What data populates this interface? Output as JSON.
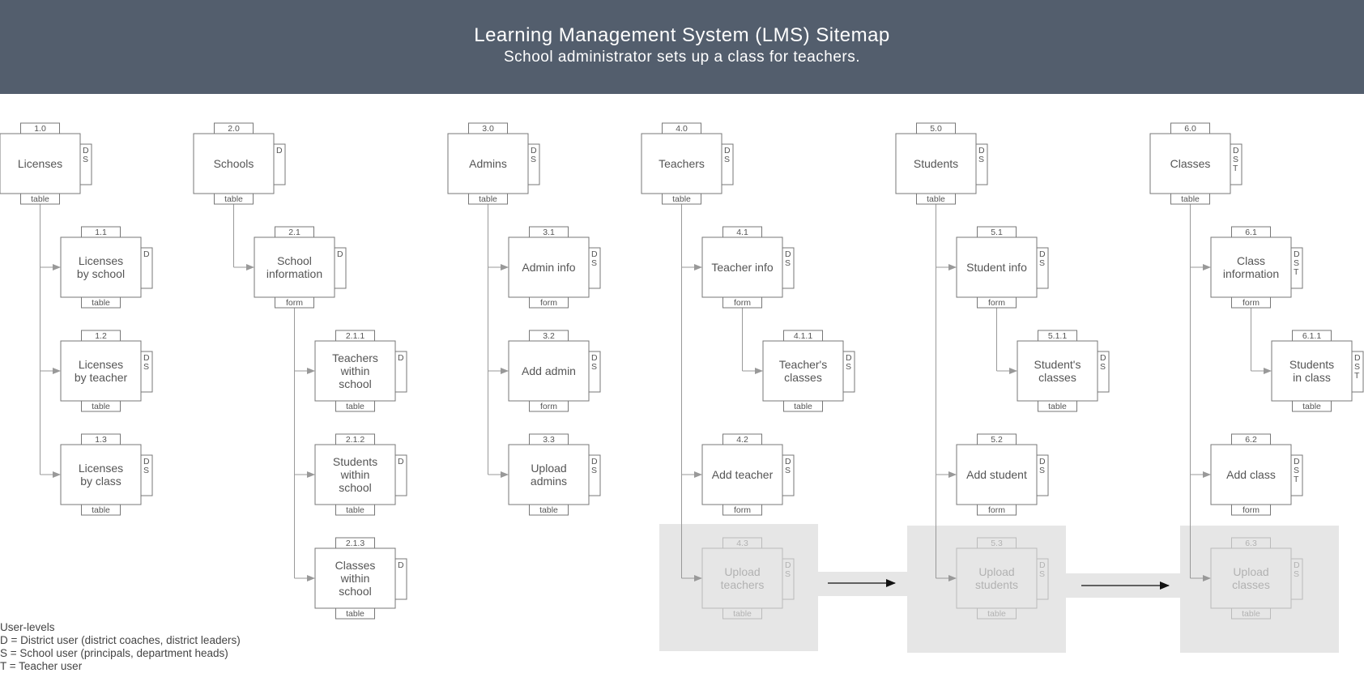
{
  "header": {
    "title": "Learning Management System (LMS) Sitemap",
    "subtitle": "School administrator sets up a class for teachers."
  },
  "legend": {
    "heading": "User-levels",
    "items": [
      "D = District user (district coaches, district leaders)",
      "S = School user (principals, department heads)",
      "T = Teacher user"
    ]
  },
  "columns": [
    {
      "number": "1.0",
      "label": "Licenses",
      "type": "table",
      "levels": "DS",
      "children": [
        {
          "number": "1.1",
          "label": "Licenses by school",
          "type": "table",
          "levels": "D"
        },
        {
          "number": "1.2",
          "label": "Licenses by teacher",
          "type": "table",
          "levels": "DS"
        },
        {
          "number": "1.3",
          "label": "Licenses by class",
          "type": "table",
          "levels": "DS"
        }
      ]
    },
    {
      "number": "2.0",
      "label": "Schools",
      "type": "table",
      "levels": "D",
      "children": [
        {
          "number": "2.1",
          "label": "School information",
          "type": "form",
          "levels": "D",
          "children": [
            {
              "number": "2.1.1",
              "label": "Teachers within school",
              "type": "table",
              "levels": "D"
            },
            {
              "number": "2.1.2",
              "label": "Students within school",
              "type": "table",
              "levels": "D"
            },
            {
              "number": "2.1.3",
              "label": "Classes within school",
              "type": "table",
              "levels": "D"
            }
          ]
        }
      ]
    },
    {
      "number": "3.0",
      "label": "Admins",
      "type": "table",
      "levels": "DS",
      "children": [
        {
          "number": "3.1",
          "label": "Admin info",
          "type": "form",
          "levels": "DS"
        },
        {
          "number": "3.2",
          "label": "Add admin",
          "type": "form",
          "levels": "DS"
        },
        {
          "number": "3.3",
          "label": "Upload admins",
          "type": "table",
          "levels": "DS"
        }
      ]
    },
    {
      "number": "4.0",
      "label": "Teachers",
      "type": "table",
      "levels": "DS",
      "children": [
        {
          "number": "4.1",
          "label": "Teacher info",
          "type": "form",
          "levels": "DS",
          "children": [
            {
              "number": "4.1.1",
              "label": "Teacher's classes",
              "type": "table",
              "levels": "DS"
            }
          ]
        },
        {
          "number": "4.2",
          "label": "Add teacher",
          "type": "form",
          "levels": "DS"
        },
        {
          "number": "4.3",
          "label": "Upload teachers",
          "type": "table",
          "levels": "DS",
          "highlighted": true
        }
      ]
    },
    {
      "number": "5.0",
      "label": "Students",
      "type": "table",
      "levels": "DS",
      "children": [
        {
          "number": "5.1",
          "label": "Student info",
          "type": "form",
          "levels": "DS",
          "children": [
            {
              "number": "5.1.1",
              "label": "Student's classes",
              "type": "table",
              "levels": "DS"
            }
          ]
        },
        {
          "number": "5.2",
          "label": "Add student",
          "type": "form",
          "levels": "DS"
        },
        {
          "number": "5.3",
          "label": "Upload students",
          "type": "table",
          "levels": "DS",
          "highlighted": true
        }
      ]
    },
    {
      "number": "6.0",
      "label": "Classes",
      "type": "table",
      "levels": "DST",
      "children": [
        {
          "number": "6.1",
          "label": "Class information",
          "type": "form",
          "levels": "DST",
          "children": [
            {
              "number": "6.1.1",
              "label": "Students in class",
              "type": "table",
              "levels": "DST"
            }
          ]
        },
        {
          "number": "6.2",
          "label": "Add class",
          "type": "form",
          "levels": "DST"
        },
        {
          "number": "6.3",
          "label": "Upload classes",
          "type": "table",
          "levels": "DS",
          "highlighted": true
        }
      ]
    }
  ],
  "flow": {
    "description": "",
    "steps": [
      "4.3",
      "5.3",
      "6.3"
    ]
  },
  "colors": {
    "header_bg": "#535e6d",
    "header_text": "#ffffff",
    "box_stroke": "#777777",
    "connector": "#999999",
    "highlight_bg": "#e6e6e6",
    "faded_stroke": "#bbbbbb",
    "faded_text": "#b2b2b2",
    "flow_arrow": "#111111"
  }
}
